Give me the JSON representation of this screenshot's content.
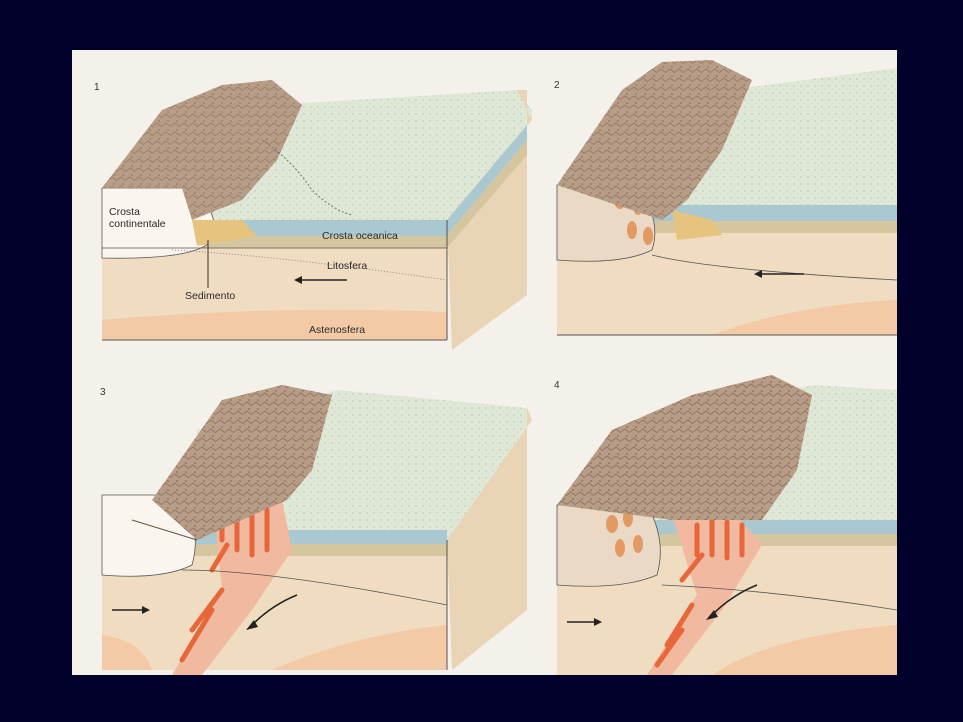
{
  "panels": [
    {
      "number": "1"
    },
    {
      "number": "2"
    },
    {
      "number": "3"
    },
    {
      "number": "4"
    }
  ],
  "labels": {
    "crosta_continentale_1": "Crosta",
    "crosta_continentale_2": "continentale",
    "crosta_oceanica": "Crosta oceanica",
    "litosfera": "Litosfera",
    "sedimento": "Sedimento",
    "astenosfera": "Astenosfera"
  },
  "colors": {
    "background": "#00002a",
    "paper": "#f4f1ea",
    "ocean_top": "#dfe8d6",
    "ocean_water": "#a9c8d0",
    "ocean_crust": "#d6c6a0",
    "lithosphere": "#f0dcc0",
    "asthenosphere": "#f3c9a6",
    "mountain": "#b79c86",
    "sediment": "#e6c37e",
    "magma": "#e8673a"
  }
}
